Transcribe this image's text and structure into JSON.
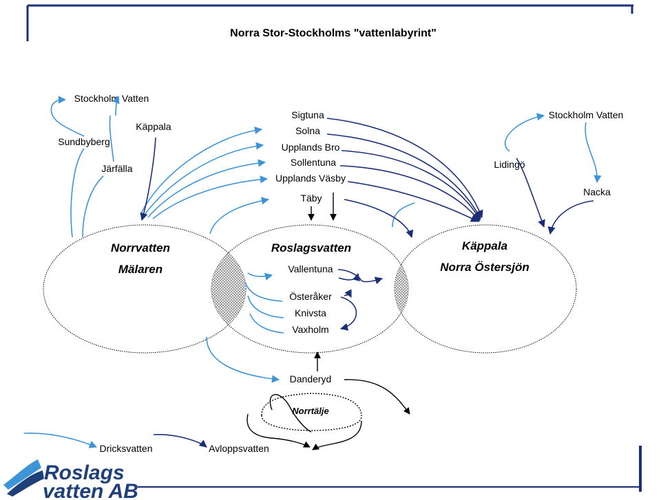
{
  "title": "Norra Stor-Stockholms \"vattenlabyrint\"",
  "labels": {
    "stockholm_vatten_left": "Stockholm Vatten",
    "sundbyberg": "Sundbyberg",
    "jarfalla": "Järfälla",
    "kappala_top": "Käppala",
    "sigtuna": "Sigtuna",
    "solna": "Solna",
    "upplands_bro": "Upplands Bro",
    "sollentuna": "Sollentuna",
    "upplands_vasby": "Upplands Väsby",
    "taby": "Täby",
    "lidingo": "Lidingö",
    "stockholm_vatten_right": "Stockholm Vatten",
    "nacka": "Nacka",
    "vallentuna": "Vallentuna",
    "osteraker": "Österåker",
    "knivsta": "Knivsta",
    "vaxholm": "Vaxholm",
    "danderyd": "Danderyd",
    "norrtalje": "Norrtälje"
  },
  "regions": {
    "norrvatten": "Norrvatten",
    "malaren": "Mälaren",
    "roslagsvatten": "Roslagsvatten",
    "kappala": "Käppala",
    "norra_ostersjon": "Norra Östersjön"
  },
  "legend": {
    "drinking_water": "Dricksvatten",
    "sewage": "Avloppsvatten"
  },
  "logo": {
    "line1": "Roslags",
    "line2": "vatten AB"
  },
  "colors": {
    "drinking_water": "#3d95d8",
    "sewage": "#1b2f78",
    "logo": "#1d3f7a"
  }
}
